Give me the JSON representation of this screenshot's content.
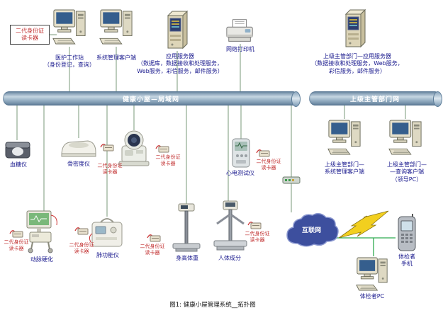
{
  "caption": "图1: 健康小屋管理系统__拓扑图",
  "colors": {
    "device_label": "#1a1a8e",
    "reader_label": "#c23030",
    "pipe": "#7b9cb8",
    "cloud": "#3d4f9e",
    "lightning": "#f2cf1f",
    "internet_link_line": "#2faa4f",
    "network_line": "#7a9a78"
  },
  "pipes": {
    "lan": "健康小屋—局域网",
    "wan": "上级主管部门网"
  },
  "cloud": {
    "label": "互联网"
  },
  "reader": {
    "label": "二代身份证\n读卡器"
  },
  "labels": {
    "workstation": "医护工作站\n（身份登记，查询）",
    "admin_client": "系统管理客户端",
    "app_server": "应用服务器\n（数据库，数据接收和处理服务，\nWeb服务，彩信服务，邮件服务）",
    "printer": "网络打印机",
    "upper_server": "上级主管部门—应用服务器\n（数据接收和处理服务，Web服务，\n彩信服务，邮件服务）",
    "glucose": "血糖仪",
    "bone": "骨密度仪",
    "ecg": "心电测试仪",
    "upper_admin": "上级主管部门—\n系统管理客户端",
    "upper_query": "上级主管部门—\n—查询客户端\n（领导PC）",
    "artery": "动脉硬化",
    "lung": "肺功能仪",
    "height_weight": "身高体重",
    "body_comp": "人体成分",
    "phone": "体检者\n手机",
    "pc": "体检者PC"
  },
  "icons": {
    "computer": "desktop-computer-icon",
    "server": "server-tower-icon",
    "printer": "printer-icon",
    "reader": "id-card-reader-icon",
    "cloud": "internet-cloud-icon",
    "lightning": "lightning-bolt-icon",
    "phone": "mobile-phone-icon",
    "switch": "network-switch-icon"
  }
}
